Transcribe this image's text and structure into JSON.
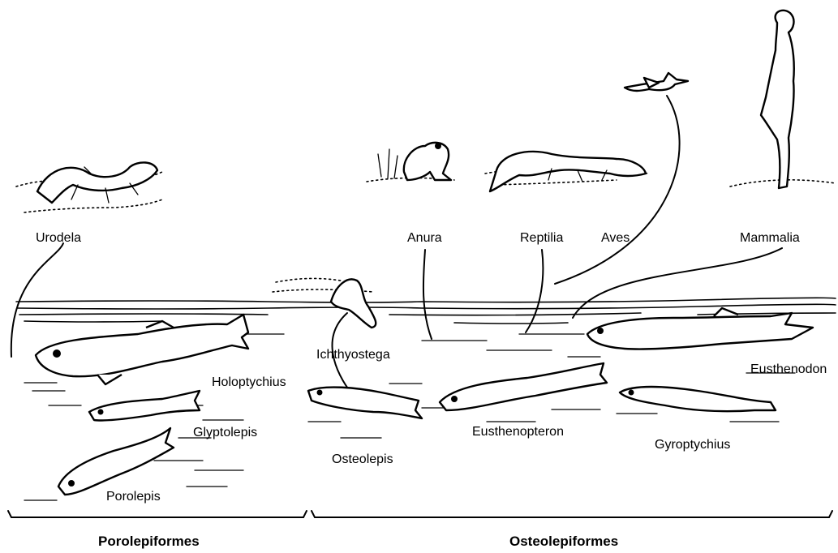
{
  "taxa": {
    "urodela": "Urodela",
    "anura": "Anura",
    "reptilia": "Reptilia",
    "aves": "Aves",
    "mammalia": "Mammalia",
    "ichthyostega": "Ichthyostega",
    "holoptychius": "Holoptychius",
    "glyptolepis": "Glyptolepis",
    "porolepis": "Porolepis",
    "osteolepis": "Osteolepis",
    "eusthenopteron": "Eusthenopteron",
    "gyroptychius": "Gyroptychius",
    "eusthenodon": "Eusthenodon"
  },
  "groups": {
    "porolepiformes": "Porolepiformes",
    "osteolepiformes": "Osteolepiformes"
  }
}
